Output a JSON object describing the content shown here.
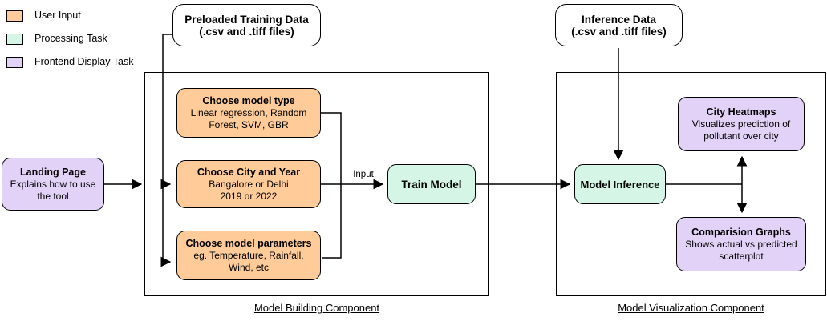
{
  "legend": {
    "items": [
      {
        "label": "User Input",
        "color": "#FFCC99"
      },
      {
        "label": "Processing Task",
        "color": "#D5F6E6"
      },
      {
        "label": "Frontend Display Task",
        "color": "#E3D2F8"
      }
    ]
  },
  "nodes": {
    "preloaded_data": {
      "title": "Preloaded Training Data",
      "lines": [
        "(.csv and .tiff files)"
      ]
    },
    "inference_data": {
      "title": "Inference Data",
      "lines": [
        "(.csv and .tiff files)"
      ]
    },
    "landing_page": {
      "title": "Landing Page",
      "lines": [
        "Explains how to use",
        "the tool"
      ]
    },
    "choose_model_type": {
      "title": "Choose model type",
      "lines": [
        "Linear regression, Random",
        "Forest, SVM, GBR"
      ]
    },
    "choose_city_year": {
      "title": "Choose City and Year",
      "lines": [
        "Bangalore or Delhi",
        "2019 or 2022"
      ]
    },
    "choose_model_parameters": {
      "title": "Choose model parameters",
      "lines": [
        "eg. Temperature, Rainfall,",
        "Wind, etc"
      ]
    },
    "train_model": {
      "title": "Train Model"
    },
    "model_inference": {
      "title": "Model Inference"
    },
    "city_heatmaps": {
      "title": "City Heatmaps",
      "lines": [
        "Visualizes prediction of",
        "pollutant over city"
      ]
    },
    "comparision_graphs": {
      "title": "Comparision Graphs",
      "lines": [
        "Shows actual vs predicted",
        "scatterplot"
      ]
    }
  },
  "edge_labels": {
    "input": "Input"
  },
  "containers": {
    "model_building": {
      "label": "Model Building Component"
    },
    "model_visualization": {
      "label": "Model Visualization Component"
    }
  }
}
